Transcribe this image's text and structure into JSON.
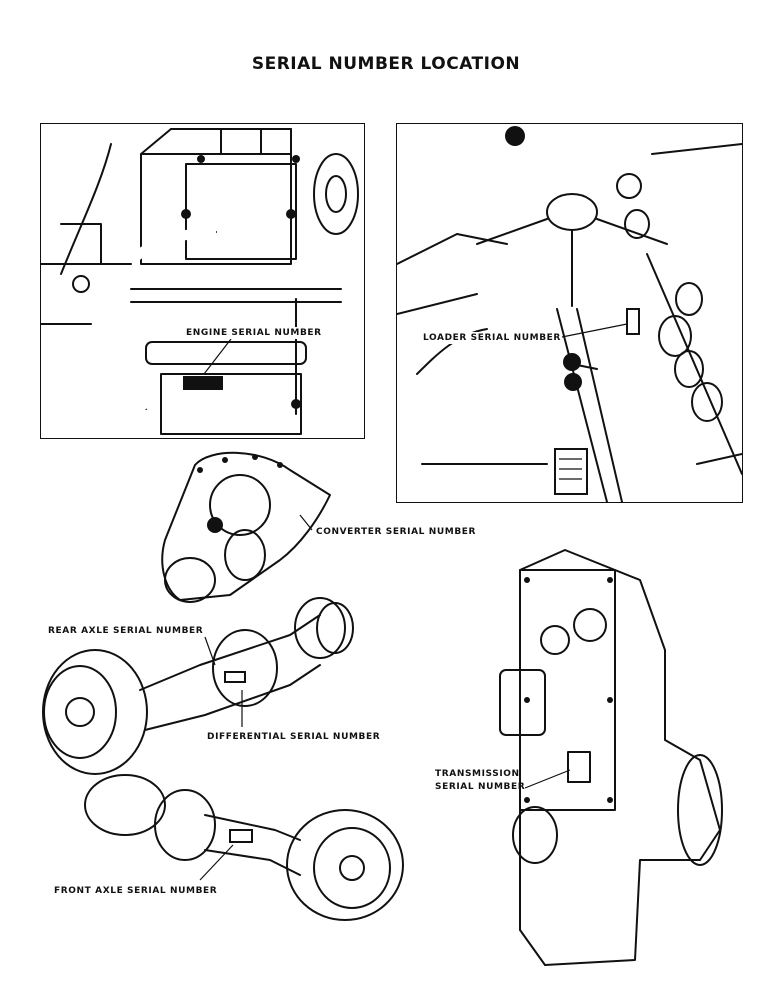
{
  "page": {
    "title": "SERIAL NUMBER LOCATION"
  },
  "labels": {
    "engine": "ENGINE SERIAL NUMBER",
    "loader": "LOADER SERIAL NUMBER",
    "converter": "CONVERTER SERIAL NUMBER",
    "rear_axle": "REAR AXLE SERIAL NUMBER",
    "differential": "DIFFERENTIAL SERIAL NUMBER",
    "transmission_line1": "TRANSMISSION",
    "transmission_line2": "SERIAL NUMBER",
    "front_axle": "FRONT AXLE SERIAL NUMBER"
  }
}
